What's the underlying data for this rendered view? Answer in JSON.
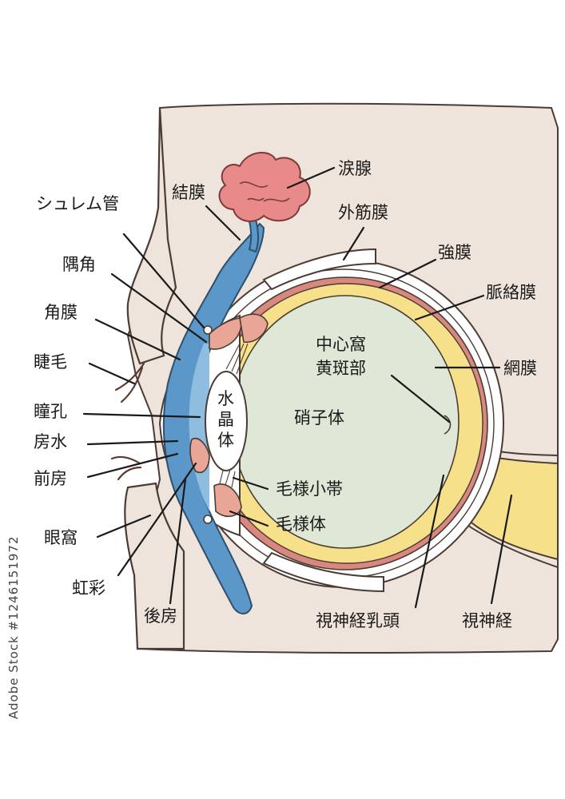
{
  "colors": {
    "background_panel": "#efe4dc",
    "cornea_blue": "#5b97c9",
    "lacrimal_pink": "#e88a8a",
    "vitreous_green": "#dfe8d6",
    "retina_yellow": "#f6e08a",
    "choroid_pink": "#d98880",
    "sclera_white": "#ffffff",
    "optic_nerve_yellow": "#f6e08a"
  },
  "labels": {
    "lacrimal_gland": "涙腺",
    "conjunctiva": "結膜",
    "schlemm_canal": "シュレム管",
    "extraocular_muscle": "外筋膜",
    "sclera": "強膜",
    "angle": "隅角",
    "choroid": "脈絡膜",
    "cornea": "角膜",
    "fovea_line1": "中心窩",
    "fovea_line2": "黄斑部",
    "retina": "網膜",
    "eyelash": "睫毛",
    "lens_line1": "水",
    "lens_line2": "晶",
    "lens_line3": "体",
    "pupil": "瞳孔",
    "vitreous": "硝子体",
    "aqueous": "房水",
    "anterior_chamber": "前房",
    "zonule": "毛様小帯",
    "ciliary_body": "毛様体",
    "orbit": "眼窩",
    "iris": "虹彩",
    "posterior_chamber": "後房",
    "optic_disc": "視神経乳頭",
    "optic_nerve": "視神経"
  },
  "stock_id": "#1246151972",
  "stock_credit": "Adobe Stock"
}
